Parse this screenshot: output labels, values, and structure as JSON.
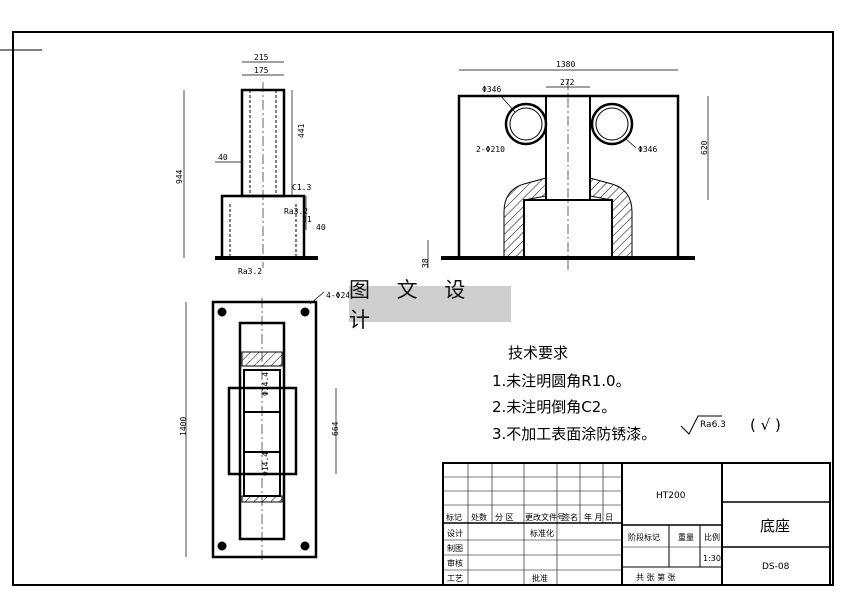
{
  "watermark": "图 文 设 计",
  "front_view": {
    "dims": {
      "top_outer": "215",
      "top_inner": "175",
      "height_total": "944",
      "height_upper": "441",
      "left_wall": "40",
      "chamfer_1": "C1.3",
      "chamfer_2": "Ra3.2",
      "small_1": "31",
      "small_2": "40",
      "base_rough": "Ra3.2"
    }
  },
  "side_view": {
    "dims": {
      "width": "1380",
      "center": "272",
      "hole_left": "Φ346",
      "hole_right": "Φ346",
      "hole_count": "2-Φ210",
      "height": "620",
      "base": "38"
    }
  },
  "top_view": {
    "dims": {
      "corner_holes": "4-Φ24",
      "length": "1400",
      "inner": "664",
      "slot_1": "Φ14.4",
      "slot_2": "Φ14.4"
    }
  },
  "requirements": {
    "title": "技术要求",
    "items": [
      "1.未注明圆角R1.0。",
      "2.未注明倒角C2。",
      "3.不加工表面涂防锈漆。"
    ]
  },
  "roughness": {
    "value": "Ra6.3",
    "mark": "( √ )"
  },
  "title_block": {
    "material": "HT200",
    "part_name": "底座",
    "drawing_no": "DS-08",
    "scale": "1:30",
    "headers": [
      "标记",
      "处数",
      "分 区",
      "更改文件号",
      "签名",
      "年 月 日"
    ],
    "roles": [
      "设计",
      "制图",
      "审核",
      "工艺"
    ],
    "std": "标准化",
    "approve": "批准",
    "stage": "阶段标记",
    "weight": "重量",
    "ratio": "比例",
    "sheets": "共 张 第 张"
  }
}
